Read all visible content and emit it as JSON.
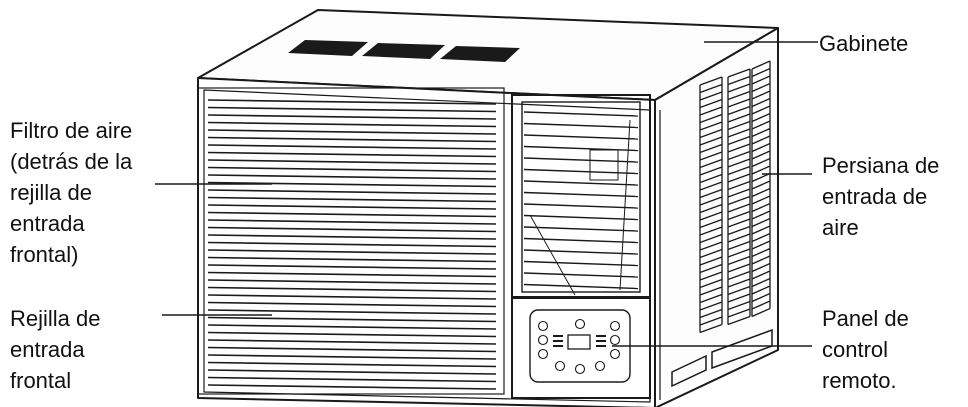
{
  "labels": {
    "gabinete": [
      "Gabinete"
    ],
    "filtro": [
      "Filtro de aire",
      "(detrás de la",
      "rejilla de",
      "entrada",
      "frontal)"
    ],
    "persiana": [
      "Persiana de",
      "entrada de",
      "aire"
    ],
    "rejilla": [
      "Rejilla de",
      "entrada",
      "frontal"
    ],
    "panel": [
      "Panel de",
      "control",
      "remoto."
    ]
  }
}
